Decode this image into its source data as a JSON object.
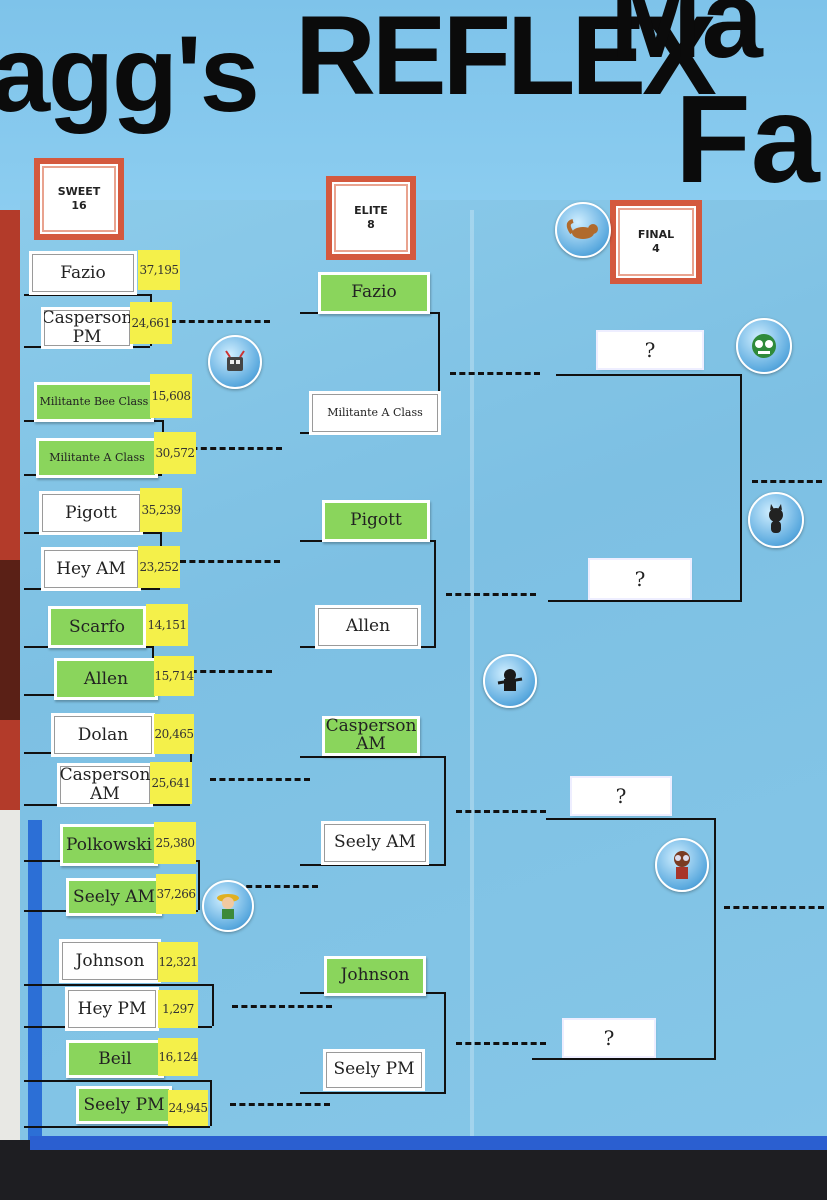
{
  "title": {
    "part1": "agg's",
    "part2": "REFLEX",
    "part3": "Ma",
    "part4": "Fa"
  },
  "rounds": {
    "sweet16": [
      "SWEET",
      "16"
    ],
    "elite8": [
      "ELITE",
      "8"
    ],
    "final4": [
      "FINAL",
      "4"
    ]
  },
  "sweet16": [
    {
      "team": "Fazio",
      "score": "37,195",
      "green": false
    },
    {
      "team": "Casperson PM",
      "score": "24,661",
      "green": false
    },
    {
      "team": "Militante Bee Class",
      "score": "15,608",
      "green": true
    },
    {
      "team": "Militante A Class",
      "score": "30,572",
      "green": true
    },
    {
      "team": "Pigott",
      "score": "35,239",
      "green": false
    },
    {
      "team": "Hey AM",
      "score": "23,252",
      "green": false
    },
    {
      "team": "Scarfo",
      "score": "14,151",
      "green": true
    },
    {
      "team": "Allen",
      "score": "15,714",
      "green": true
    },
    {
      "team": "Dolan",
      "score": "20,465",
      "green": false
    },
    {
      "team": "Casperson AM",
      "score": "25,641",
      "green": false
    },
    {
      "team": "Polkowski",
      "score": "25,380",
      "green": true
    },
    {
      "team": "Seely AM",
      "score": "37,266",
      "green": true
    },
    {
      "team": "Johnson",
      "score": "12,321",
      "green": false
    },
    {
      "team": "Hey PM",
      "score": "1,297",
      "green": false
    },
    {
      "team": "Beil",
      "score": "16,124",
      "green": true
    },
    {
      "team": "Seely PM",
      "score": "24,945",
      "green": true
    }
  ],
  "elite8": [
    {
      "team": "Fazio",
      "green": true
    },
    {
      "team": "Militante A Class",
      "green": false
    },
    {
      "team": "Pigott",
      "green": true
    },
    {
      "team": "Allen",
      "green": false
    },
    {
      "team": "Casperson AM",
      "green": true
    },
    {
      "team": "Seely AM",
      "green": false
    },
    {
      "team": "Johnson",
      "green": true
    },
    {
      "team": "Seely PM",
      "green": false
    }
  ],
  "final4": [
    "?",
    "?",
    "?",
    "?"
  ],
  "badges": [
    "robot-badge-icon",
    "squirrel-badge-icon",
    "gear-monster-badge-icon",
    "cat-badge-icon",
    "ninja-badge-icon",
    "explorer-badge-icon",
    "pilot-badge-icon"
  ],
  "colors": {
    "paper": "#86c7e8",
    "green_card": "#8ad55c",
    "score_note": "#f4f04a",
    "header_border": "#d4593e"
  }
}
